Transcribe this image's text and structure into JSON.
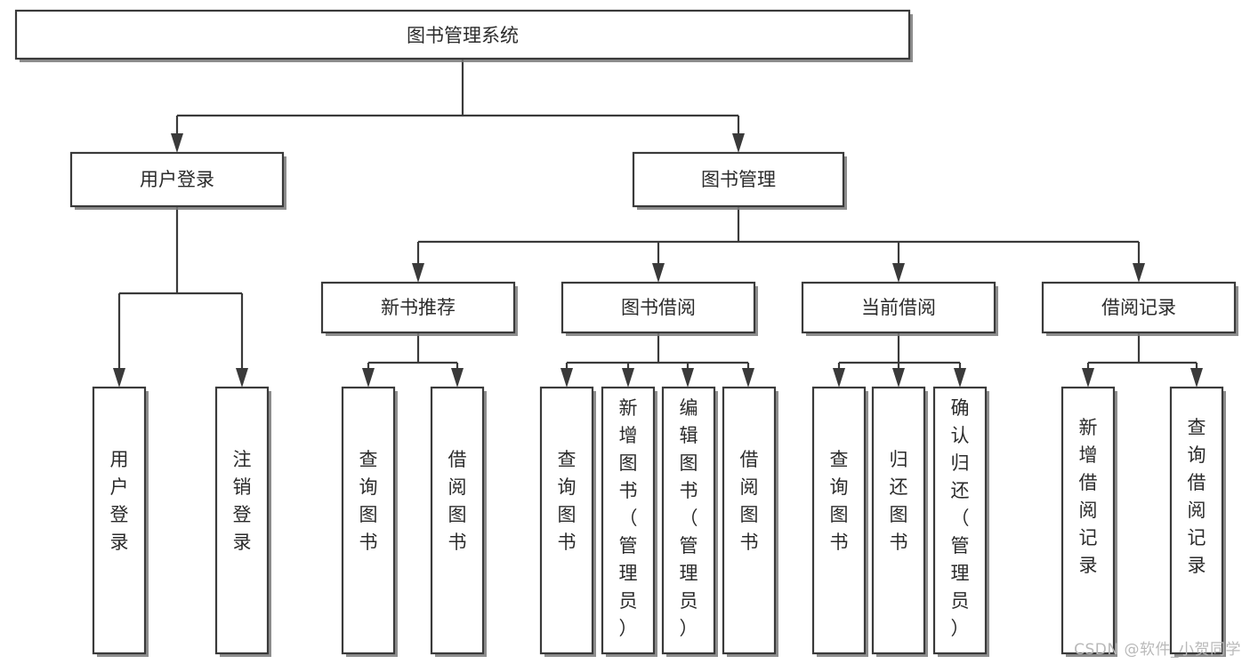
{
  "diagram": {
    "type": "tree-hierarchy",
    "title": "图书管理系统",
    "root": {
      "id": "root",
      "label": "图书管理系统",
      "orientation": "horizontal"
    },
    "level2": [
      {
        "id": "user-login",
        "label": "用户登录",
        "orientation": "horizontal"
      },
      {
        "id": "book-manage",
        "label": "图书管理",
        "orientation": "horizontal"
      }
    ],
    "level3": [
      {
        "id": "new-book-rec",
        "label": "新书推荐",
        "orientation": "horizontal",
        "parent": "book-manage"
      },
      {
        "id": "book-borrow",
        "label": "图书借阅",
        "orientation": "horizontal",
        "parent": "book-manage"
      },
      {
        "id": "current-borrow",
        "label": "当前借阅",
        "orientation": "horizontal",
        "parent": "book-manage"
      },
      {
        "id": "borrow-record",
        "label": "借阅记录",
        "orientation": "horizontal",
        "parent": "book-manage"
      }
    ],
    "leaves": [
      {
        "id": "leaf-user-login",
        "label": "用户登录",
        "orientation": "vertical",
        "parent": "user-login"
      },
      {
        "id": "leaf-user-logout",
        "label": "注销登录",
        "orientation": "vertical",
        "parent": "user-login"
      },
      {
        "id": "leaf-query-book-1",
        "label": "查询图书",
        "orientation": "vertical",
        "parent": "new-book-rec"
      },
      {
        "id": "leaf-borrow-book-1",
        "label": "借阅图书",
        "orientation": "vertical",
        "parent": "new-book-rec"
      },
      {
        "id": "leaf-query-book-2",
        "label": "查询图书",
        "orientation": "vertical",
        "parent": "book-borrow"
      },
      {
        "id": "leaf-add-book",
        "label": "新增图书（管理员）",
        "orientation": "vertical",
        "parent": "book-borrow"
      },
      {
        "id": "leaf-edit-book",
        "label": "编辑图书（管理员）",
        "orientation": "vertical",
        "parent": "book-borrow"
      },
      {
        "id": "leaf-borrow-book-2",
        "label": "借阅图书",
        "orientation": "vertical",
        "parent": "book-borrow"
      },
      {
        "id": "leaf-query-book-3",
        "label": "查询图书",
        "orientation": "vertical",
        "parent": "current-borrow"
      },
      {
        "id": "leaf-return-book",
        "label": "归还图书",
        "orientation": "vertical",
        "parent": "current-borrow"
      },
      {
        "id": "leaf-confirm-return",
        "label": "确认归还（管理员）",
        "orientation": "vertical",
        "parent": "current-borrow"
      },
      {
        "id": "leaf-add-record",
        "label": "新增借阅记录",
        "orientation": "vertical",
        "parent": "borrow-record"
      },
      {
        "id": "leaf-query-record",
        "label": "查询借阅记录",
        "orientation": "vertical",
        "parent": "borrow-record"
      }
    ]
  },
  "watermark": {
    "text": "CSDN @软件_小贺同学"
  },
  "colors": {
    "background": "#ffffff",
    "stroke": "#3a3a3a",
    "text": "#2b2b2b",
    "watermark": "#b9b9b9"
  }
}
